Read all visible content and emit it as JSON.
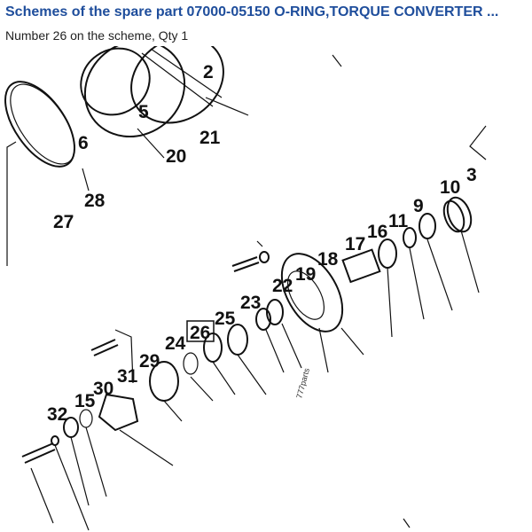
{
  "header": {
    "title": "Schemes of the spare part 07000-05150 O-RING,TORQUE CONVERTER ...",
    "subtitle": "Number 26 on the scheme, Qty 1"
  },
  "scheme": {
    "highlighted_label": "26",
    "watermark": "777parts",
    "labels": [
      "2",
      "5",
      "6",
      "20",
      "21",
      "28",
      "27",
      "3",
      "10",
      "9",
      "11",
      "16",
      "17",
      "18",
      "19",
      "22",
      "23",
      "25",
      "26",
      "24",
      "29",
      "31",
      "30",
      "15",
      "32"
    ]
  }
}
